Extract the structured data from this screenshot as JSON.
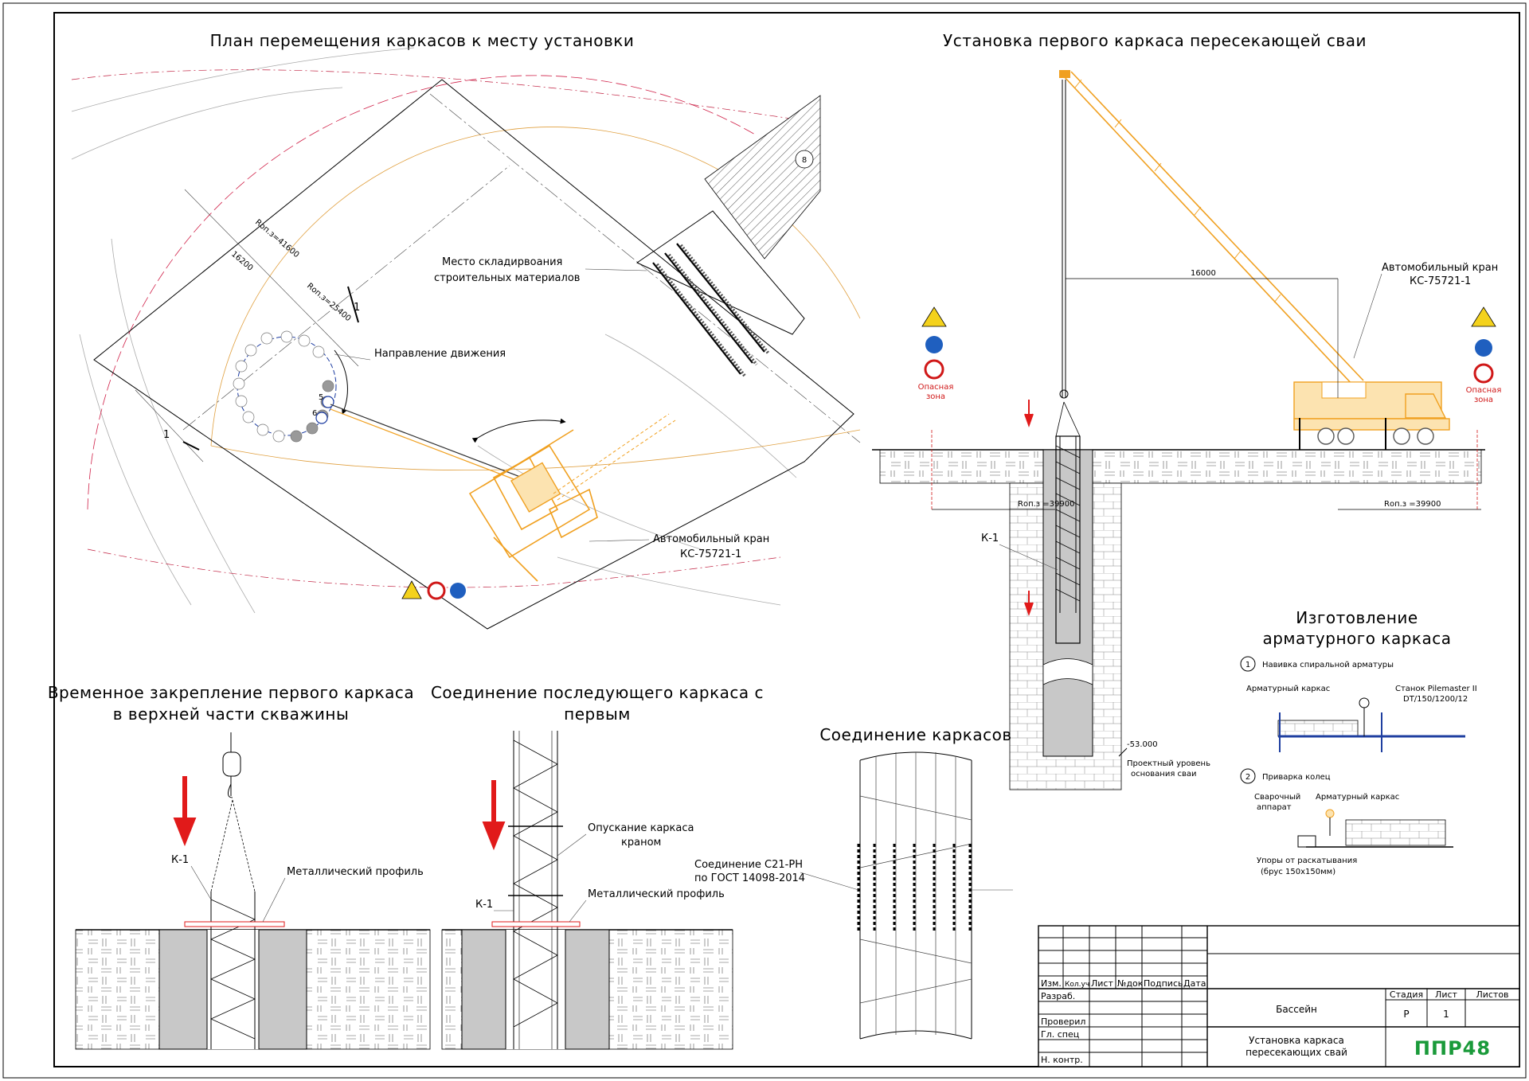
{
  "titles": {
    "plan": "План перемещения каркасов к месту установки",
    "install": "Установка первого каркаса пересекающей сваи",
    "temp_fix": "Временное закрепление первого каркаса",
    "temp_fix_2": "в верхней части скважины",
    "connect_next": "Соединение последующего каркаса с",
    "connect_next_2": "первым",
    "joint": "Соединение каркасов",
    "manufacture": "Изготовление",
    "manufacture_2": "арматурного каркаса"
  },
  "plan": {
    "storage_1": "Место складирвоания",
    "storage_2": "строительных материалов",
    "direction": "Направление движения",
    "crane_1": "Автомобильный кран",
    "crane_2": "КС-75721-1",
    "r1": "Rоп.з=41600",
    "r2": "Rоп.з=25400",
    "dim": "16200",
    "section": "1",
    "axis": "8",
    "n6": "6",
    "n5": "5"
  },
  "install": {
    "crane_1": "Автомобильный кран",
    "crane_2": "КС-75721-1",
    "reach": "16000",
    "danger_1": "Опасная",
    "danger_2": "зона",
    "rop_left": "Rоп.з =39900",
    "rop_right": "Rоп.з =39900",
    "k1": "К-1",
    "level": "-53.000",
    "level_note_1": "Проектный уровень",
    "level_note_2": "основания сваи"
  },
  "manufacture": {
    "step1_num": "1",
    "step1": "Навивка спиральной арматуры",
    "frame": "Арматурный каркас",
    "machine_1": "Станок Pilemaster II",
    "machine_2": "DT/150/1200/12",
    "step2_num": "2",
    "step2": "Приварка колец",
    "welder_1": "Сварочный",
    "welder_2": "аппарат",
    "frame_2": "Арматурный каркас",
    "stops_1": "Упоры от раскатывания",
    "stops_2": "(брус 150х150мм)"
  },
  "temp_fix": {
    "k1": "К-1",
    "profile": "Металлический профиль"
  },
  "connect_next": {
    "lowering_1": "Опускание каркаса",
    "lowering_2": "краном",
    "connection_1": "Соединение С21-РН",
    "connection_2": "по ГОСТ 14098-2014",
    "profile": "Металлический профиль",
    "k1": "К-1"
  },
  "title_block": {
    "cols": [
      "Изм.",
      "Кол.уч",
      "Лист",
      "№док",
      "Подпись",
      "Дата"
    ],
    "roles": [
      "Разраб.",
      "Проверил",
      "Гл. спец",
      "Н. контр."
    ],
    "project": "Бассейн",
    "sheet_title_1": "Установка каркаса",
    "sheet_title_2": "пересекающих свай",
    "stage_h": "Стадия",
    "sheet_h": "Лист",
    "sheets_h": "Листов",
    "stage": "Р",
    "sheet": "1",
    "sheets": "",
    "logo": "ППР48"
  },
  "colors": {
    "crane": "#f0a020",
    "arrow": "#e11a1a",
    "logo": "#1a9a3a",
    "sign_blue": "#1f5fbf",
    "sign_yellow": "#f4d21c",
    "sign_red": "#d01818"
  }
}
